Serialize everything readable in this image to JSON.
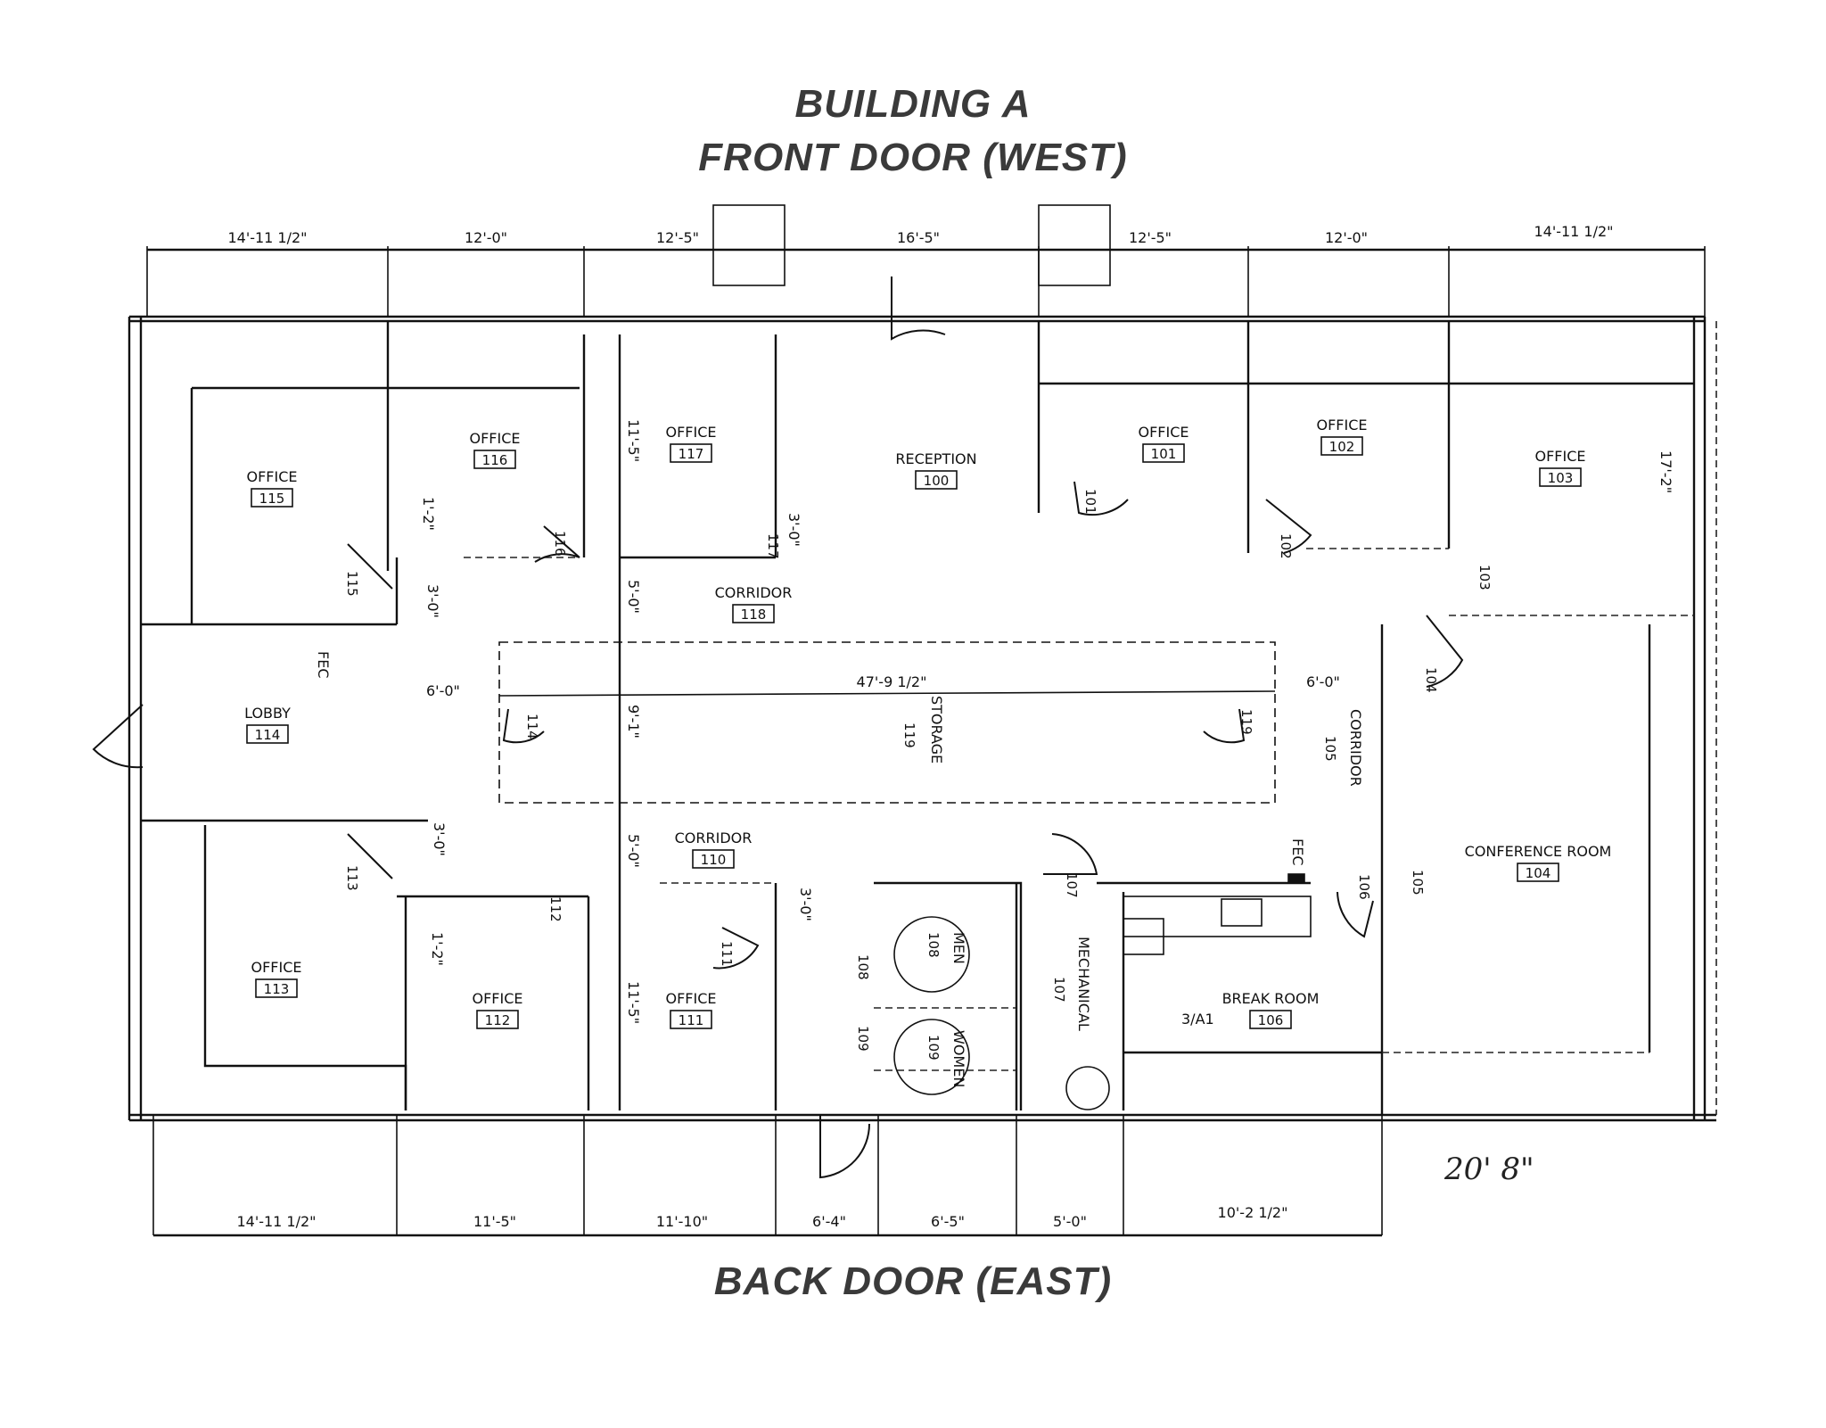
{
  "header": {
    "title": "BUILDING A",
    "subtitle": "FRONT DOOR (WEST)"
  },
  "footer": {
    "label": "BACK DOOR (EAST)"
  },
  "rooms": [
    {
      "label": "OFFICE",
      "number": "115"
    },
    {
      "label": "OFFICE",
      "number": "116"
    },
    {
      "label": "OFFICE",
      "number": "117"
    },
    {
      "label": "RECEPTION",
      "number": "100"
    },
    {
      "label": "OFFICE",
      "number": "101"
    },
    {
      "label": "OFFICE",
      "number": "102"
    },
    {
      "label": "OFFICE",
      "number": "103"
    },
    {
      "label": "CORRIDOR",
      "number": "118"
    },
    {
      "label": "LOBBY",
      "number": "114"
    },
    {
      "label": "STORAGE",
      "number": "119"
    },
    {
      "label": "CORRIDOR",
      "number": "105"
    },
    {
      "label": "CORRIDOR",
      "number": "110"
    },
    {
      "label": "CONFERENCE ROOM",
      "number": "104"
    },
    {
      "label": "OFFICE",
      "number": "113"
    },
    {
      "label": "OFFICE",
      "number": "112"
    },
    {
      "label": "OFFICE",
      "number": "111"
    },
    {
      "label": "MEN",
      "number": "108"
    },
    {
      "label": "WOMEN",
      "number": "109"
    },
    {
      "label": "MECHANICAL",
      "number": "107"
    },
    {
      "label": "BREAK ROOM",
      "number": "106"
    }
  ],
  "door_tags": [
    "115",
    "116",
    "117",
    "101",
    "102",
    "103",
    "104",
    "114",
    "119",
    "105",
    "113",
    "112",
    "111",
    "107",
    "106",
    "108",
    "109"
  ],
  "top_dims": [
    "14'-11 1/2\"",
    "12'-0\"",
    "12'-5\"",
    "16'-5\"",
    "12'-5\"",
    "12'-0\"",
    "14'-11 1/2\""
  ],
  "bottom_dims": [
    "14'-11 1/2\"",
    "11'-5\"",
    "11'-10\"",
    "6'-4\"",
    "6'-5\"",
    "5'-0\"",
    "10'-2 1/2\""
  ],
  "inner_dims": [
    "1'-2\"",
    "1'-2\"",
    "3'-0\"",
    "3'-0\"",
    "3'-0\"",
    "3'-0\"",
    "6'-0\"",
    "6'-0\"",
    "47'-9 1/2\"",
    "5'-0\"",
    "9'-1\"",
    "5'-0\"",
    "11'-5\"",
    "11'-5\"",
    "17'-2\""
  ],
  "fec_label": "FEC",
  "sheet_ref": "3/A1",
  "handwritten_note": "20' 8\""
}
